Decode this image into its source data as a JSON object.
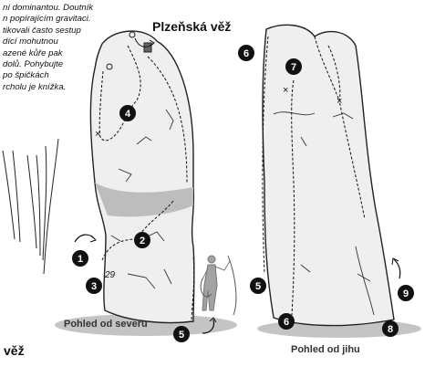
{
  "title": "Plzeňská věž",
  "description_lines": [
    "ní dominantou. Doutník",
    "n popírajícím gravitaci.",
    "tikovali často sestup",
    "dící mohutnou",
    "azené kůře pak",
    "dolů. Pohybujte",
    "po špičkách",
    "rcholu je knížka."
  ],
  "caption_north": "Pohled od severu",
  "caption_south": "Pohled od jihu",
  "left_fragment": "věž",
  "rock_label": "29",
  "routes": [
    "1",
    "2",
    "3",
    "4",
    "5",
    "6",
    "7",
    "8",
    "9"
  ],
  "colors": {
    "marker": "#111111",
    "rock_fill": "#efefef",
    "rock_stroke": "#222222",
    "shadow": "#bdbdbd",
    "person": "#999999"
  }
}
